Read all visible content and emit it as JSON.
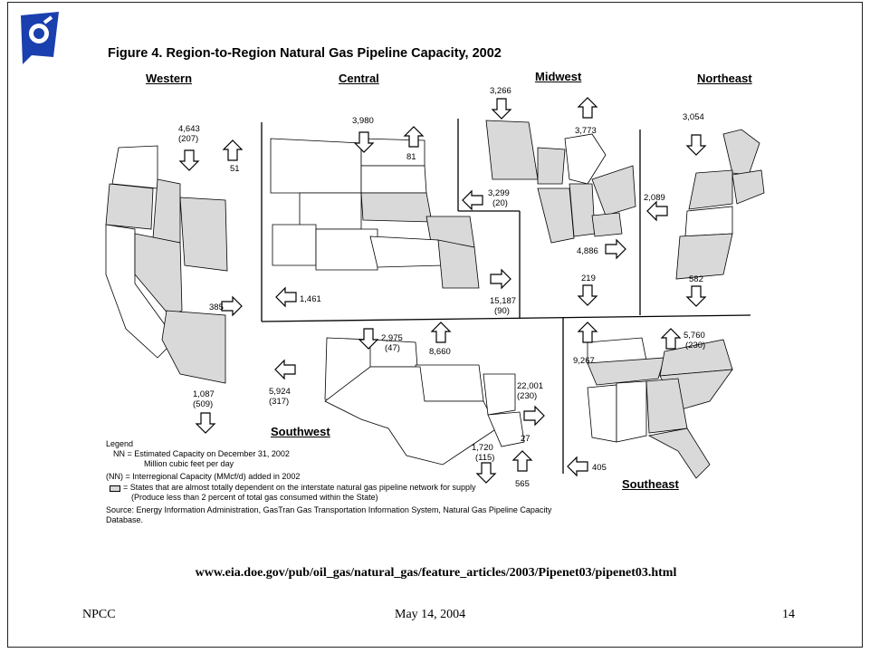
{
  "figure": {
    "title": "Figure 4. Region-to-Region Natural Gas Pipeline Capacity, 2002"
  },
  "regions": {
    "western": "Western",
    "central": "Central",
    "midwest": "Midwest",
    "northeast": "Northeast",
    "southwest": "Southwest",
    "southeast": "Southeast"
  },
  "flows": {
    "w_in": "4,643",
    "w_in_add": "(207)",
    "w_out": "51",
    "w_from_c": "385",
    "w_south": "1,087",
    "w_south_add": "(509)",
    "c_in": "3,980",
    "c_out": "81",
    "c_to_w": "1,461",
    "c_to_mw": "15,187",
    "c_to_mw_add": "(90)",
    "mw_in": "3,266",
    "mw_out": "3,773",
    "mw_to_c": "3,299",
    "mw_to_c_add": "(20)",
    "mw_to_ne": "4,886",
    "mw_to_se": "219",
    "ne_in": "3,054",
    "ne_to_mw": "2,089",
    "ne_to_se": "582",
    "sw_to_c": "2,975",
    "sw_to_c_add": "(47)",
    "c_to_sw": "8,660",
    "sw_to_w": "5,924",
    "sw_to_w_add": "(317)",
    "sw_to_se": "22,001",
    "sw_to_se_add": "(230)",
    "sw_gulf": "1,720",
    "sw_gulf_add": "(115)",
    "sw_gulf2": "565",
    "sw_small": "27",
    "se_north": "9,267",
    "se_out": "5,760",
    "se_out_add": "(230)",
    "se_to_sw": "405"
  },
  "legend": {
    "title": "Legend",
    "nn": "NN = Estimated Capacity on December 31, 2002",
    "nn2": "Million cubic feet per day",
    "nn_paren": "(NN) = Interregional Capacity (MMcf/d) added in 2002",
    "box": "= States that are almost totally dependent on the interstate natural gas pipeline network for supply",
    "box2": "(Produce less than 2 percent of total gas consumed within the State)",
    "source": "Source: Energy Information Administration, GasTran Gas Transportation Information System, Natural Gas Pipeline Capacity",
    "source2": "Database."
  },
  "url": "www.eia.doe.gov/pub/oil_gas/natural_gas/feature_articles/2003/Pipenet03/pipenet03.html",
  "footer": {
    "left": "NPCC",
    "center": "May 14, 2004",
    "right": "14"
  },
  "colors": {
    "logo_blue": "#1a3fae",
    "shaded_state": "#d9d9d9",
    "line": "#000000"
  }
}
